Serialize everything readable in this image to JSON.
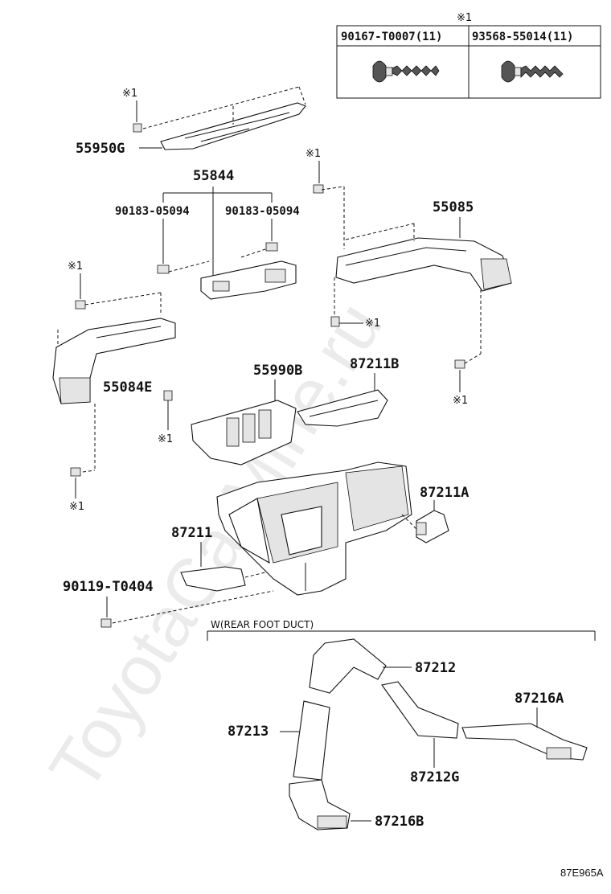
{
  "fastener_table": {
    "ref_mark": "※1",
    "col1": "90167-T0007(11)",
    "col2": "93568-55014(11)"
  },
  "labels": {
    "p55950G": "55950G",
    "p55844": "55844",
    "p90183a": "90183-05094",
    "p90183b": "90183-05094",
    "p55085": "55085",
    "p55084E": "55084E",
    "p55990B": "55990B",
    "p87211B": "87211B",
    "p87211A": "87211A",
    "p87211": "87211",
    "p90119": "90119-T0404",
    "rear_foot_duct": "W(REAR FOOT DUCT)",
    "p87212": "87212",
    "p87216A": "87216A",
    "p87213": "87213",
    "p87212G": "87212G",
    "p87216B": "87216B"
  },
  "ref_marks": {
    "m1": "※1",
    "m2": "※1",
    "m3": "※1",
    "m4": "※1",
    "m5": "※1",
    "m6": "※1",
    "m7": "※1",
    "m8": "※1"
  },
  "figure_code": "87E965A",
  "watermark": "ToyotaCarMine.ru"
}
